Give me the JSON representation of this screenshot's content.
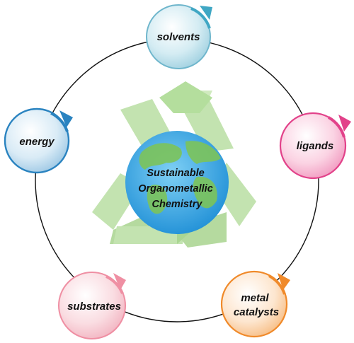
{
  "center": {
    "lines": [
      "Sustainable",
      "Organometallic",
      "Chemistry"
    ]
  },
  "nodes": [
    {
      "id": "solvents",
      "label": "solvents",
      "fill": "#c9e6ef",
      "stroke": "#6fb6cc",
      "arrow": "#3fa7c4"
    },
    {
      "id": "ligands",
      "label": "ligands",
      "fill": "#f7c3d8",
      "stroke": "#e2428a",
      "arrow": "#e2428a"
    },
    {
      "id": "metal-catalysts",
      "label_lines": [
        "metal",
        "catalysts"
      ],
      "fill": "#fde2c6",
      "stroke": "#f08a2a",
      "arrow": "#f08a2a"
    },
    {
      "id": "substrates",
      "label": "substrates",
      "fill": "#f8d6dc",
      "stroke": "#ef8fa3",
      "arrow": "#ef8fa3"
    },
    {
      "id": "energy",
      "label": "energy",
      "fill": "#cde4f3",
      "stroke": "#2a83c0",
      "arrow": "#2a83c0"
    }
  ],
  "colors": {
    "ring": "#111111",
    "recycle": "#a6d68a",
    "globe_ocean": "#3da9e6",
    "globe_land": "#7cc35a"
  }
}
